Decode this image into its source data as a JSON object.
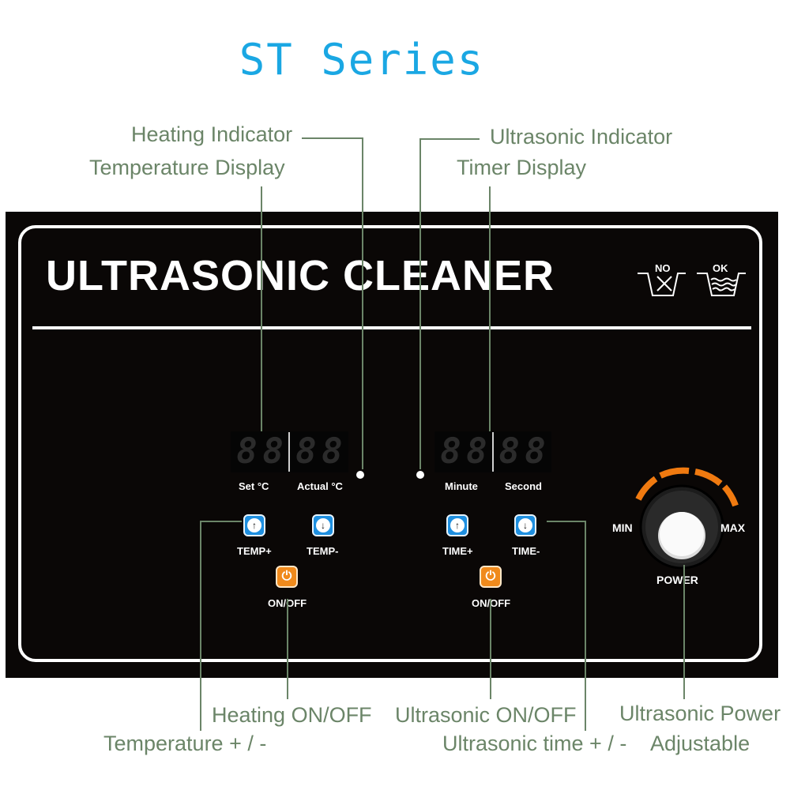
{
  "series_title": "ST Series",
  "callouts": {
    "heating_indicator": "Heating Indicator",
    "temperature_display": "Temperature Display",
    "ultrasonic_indicator": "Ultrasonic Indicator",
    "timer_display": "Timer Display",
    "heating_onoff": "Heating ON/OFF",
    "temperature_plus_minus": "Temperature + / -",
    "ultrasonic_onoff": "Ultrasonic ON/OFF",
    "ultrasonic_time_plus_minus": "Ultrasonic time + / -",
    "ultrasonic_power": "Ultrasonic Power",
    "adjustable": "Adjustable"
  },
  "panel": {
    "title": "ULTRASONIC CLEANER",
    "water_no": "NO",
    "water_ok": "OK",
    "temp_display": {
      "digits": [
        "8",
        "8",
        "8",
        "8"
      ],
      "set_label": "Set  °C",
      "actual_label": "Actual °C"
    },
    "timer_display": {
      "digits": [
        "8",
        "8",
        "8",
        "8"
      ],
      "minute_label": "Minute",
      "second_label": "Second"
    },
    "buttons": {
      "temp_plus": "TEMP+",
      "temp_minus": "TEMP-",
      "heating_onoff": "ON/OFF",
      "time_plus": "TIME+",
      "time_minus": "TIME-",
      "ultrasonic_onoff": "ON/OFF"
    },
    "knob": {
      "min": "MIN",
      "max": "MAX",
      "power": "POWER"
    }
  },
  "colors": {
    "title_blue": "#1aa7e3",
    "callout_green": "#6b8568",
    "panel_black": "#0a0706",
    "button_blue": "#1e8fe0",
    "button_orange": "#f08a1c",
    "dial_orange": "#f07a10"
  }
}
